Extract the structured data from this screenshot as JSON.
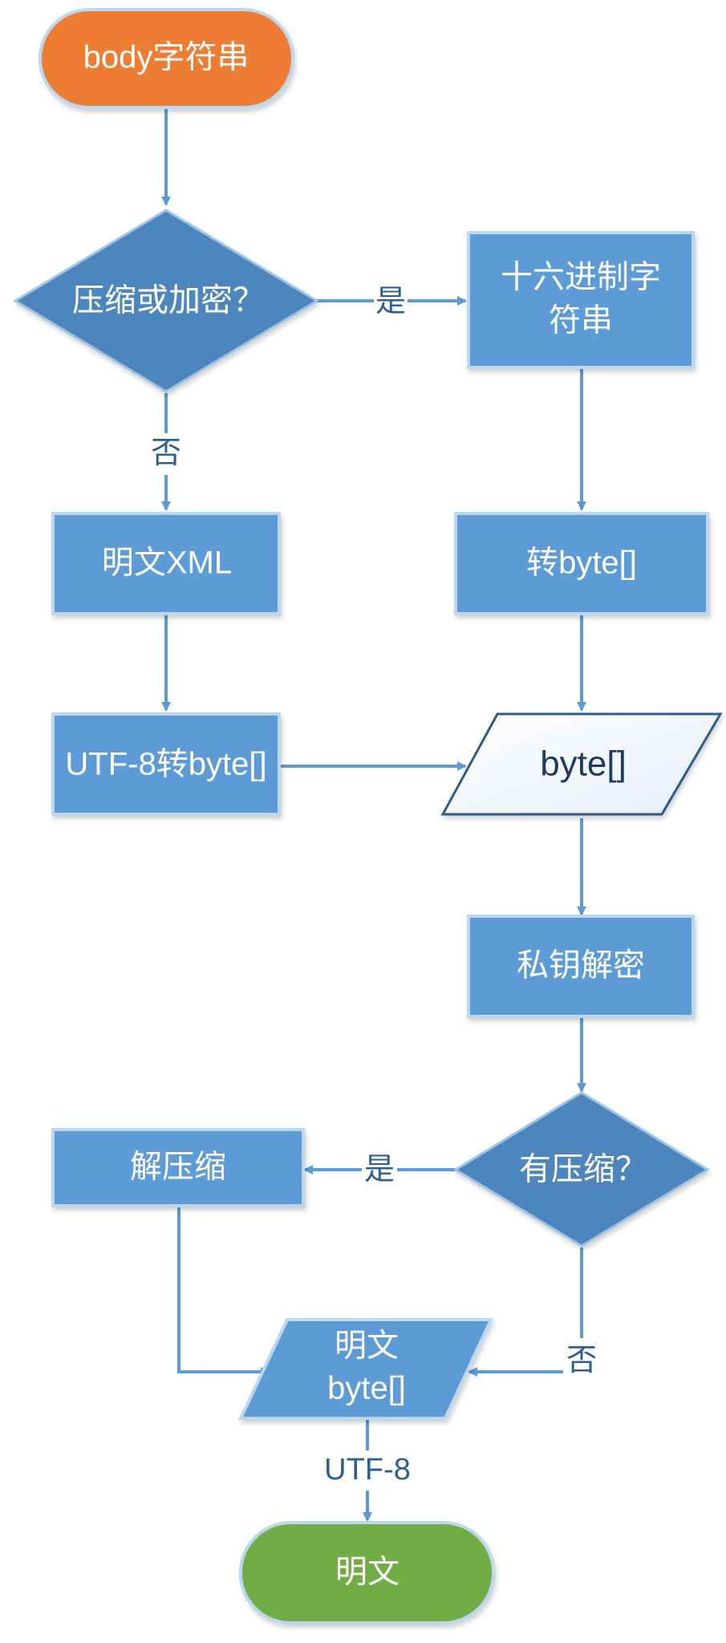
{
  "colors": {
    "start": "#ED7D31",
    "end": "#70AD47",
    "process": "#5B9BD5",
    "decision": "#4E86BD",
    "border": "#BDD7EE",
    "line": "#5B9BD5",
    "data_light": "#F4F7FB",
    "data_border": "#2E5C8A"
  },
  "nodes": {
    "start": "body字符串",
    "decision_encrypt": "压缩或加密？",
    "hex_line1": "十六进制字",
    "hex_line2": "符串",
    "plain_xml": "明文XML",
    "to_bytes": "转byte[]",
    "utf8_to_bytes": "UTF-8转byte[]",
    "bytes": "byte[]",
    "decrypt": "私钥解密",
    "decision_compressed": "有压缩？",
    "decompress": "解压缩",
    "plain_bytes_line1": "明文",
    "plain_bytes_line2": "byte[]",
    "end": "明文"
  },
  "edge_labels": {
    "yes_1": "是",
    "no_1": "否",
    "yes_2": "是",
    "no_2": "否",
    "utf8": "UTF-8"
  }
}
